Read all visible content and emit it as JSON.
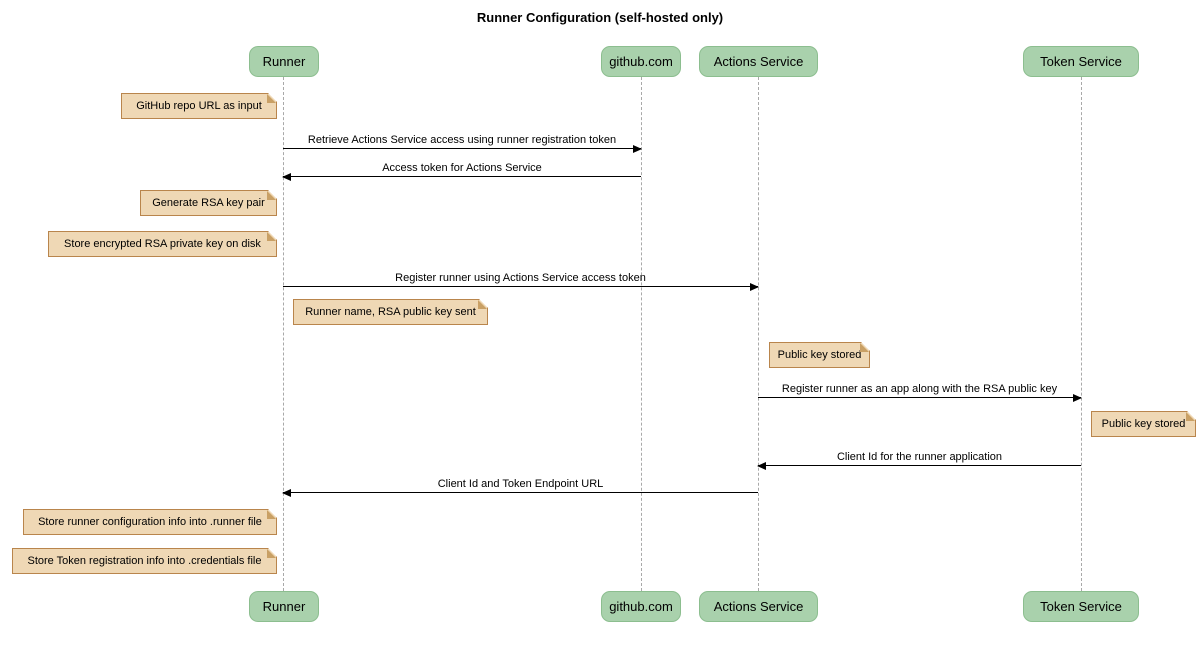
{
  "title": "Runner Configuration (self-hosted only)",
  "colors": {
    "participant_fill": "#A9D1AC",
    "participant_border": "#8CBE8F",
    "note_fill": "#EFD8B5",
    "note_border": "#B9854C",
    "lifeline": "#A9A9A9",
    "arrow": "#000000",
    "background": "#FFFFFF"
  },
  "participants": [
    {
      "label": "Runner"
    },
    {
      "label": "github.com"
    },
    {
      "label": "Actions Service"
    },
    {
      "label": "Token Service"
    }
  ],
  "messages": [
    {
      "label": "Retrieve Actions Service access using runner registration token",
      "from": "Runner",
      "to": "github.com",
      "direction": "right"
    },
    {
      "label": "Access token for Actions Service",
      "from": "github.com",
      "to": "Runner",
      "direction": "left"
    },
    {
      "label": "Register runner using Actions Service access token",
      "from": "Runner",
      "to": "Actions Service",
      "direction": "right"
    },
    {
      "label": "Register runner as an app along with the RSA public key",
      "from": "Actions Service",
      "to": "Token Service",
      "direction": "right"
    },
    {
      "label": "Client Id for the runner application",
      "from": "Token Service",
      "to": "Actions Service",
      "direction": "left"
    },
    {
      "label": "Client Id and Token Endpoint URL",
      "from": "Actions Service",
      "to": "Runner",
      "direction": "left"
    }
  ],
  "notes": [
    {
      "label": "GitHub repo URL as input",
      "attached_to": "Runner",
      "side": "left"
    },
    {
      "label": "Generate RSA key pair",
      "attached_to": "Runner",
      "side": "left"
    },
    {
      "label": "Store encrypted RSA private key on disk",
      "attached_to": "Runner",
      "side": "left"
    },
    {
      "label": "Runner name, RSA public key sent",
      "attached_to": "Runner",
      "side": "right"
    },
    {
      "label": "Public key stored",
      "attached_to": "Actions Service",
      "side": "right"
    },
    {
      "label": "Public key stored",
      "attached_to": "Token Service",
      "side": "right"
    },
    {
      "label": "Store runner configuration info into .runner file",
      "attached_to": "Runner",
      "side": "left"
    },
    {
      "label": "Store Token registration info into .credentials file",
      "attached_to": "Runner",
      "side": "left"
    }
  ]
}
